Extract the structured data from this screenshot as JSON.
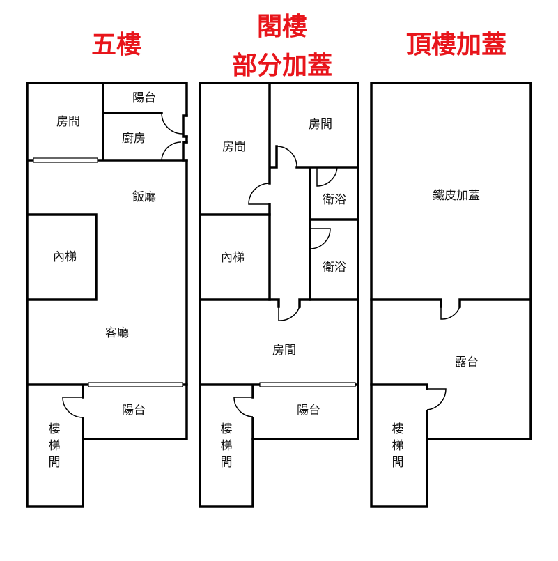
{
  "title_color": "#e8151b",
  "plans": [
    {
      "title_lines": [
        "五樓"
      ],
      "rooms": [
        "房間",
        "陽台",
        "廚房",
        "飯廳",
        "內梯",
        "客廳",
        "陽台",
        "樓",
        "梯",
        "間"
      ]
    },
    {
      "title_lines": [
        "閣樓",
        "部分加蓋"
      ],
      "rooms": [
        "房間",
        "房間",
        "衛浴",
        "內梯",
        "衛浴",
        "房間",
        "陽台",
        "樓",
        "梯",
        "間"
      ]
    },
    {
      "title_lines": [
        "頂樓加蓋"
      ],
      "rooms": [
        "鐵皮加蓋",
        "露台",
        "樓",
        "梯",
        "間"
      ]
    }
  ]
}
